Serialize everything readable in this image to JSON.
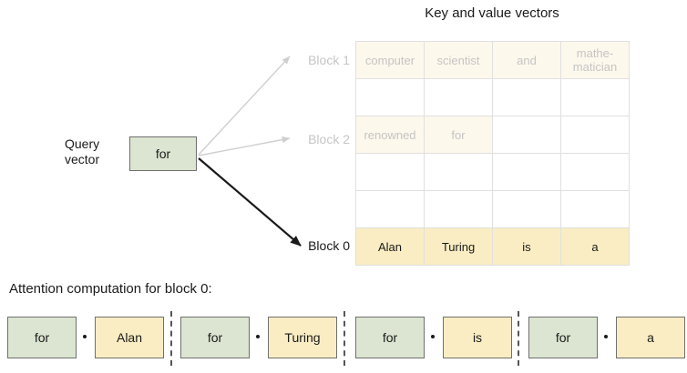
{
  "titles": {
    "key_value": "Key and value vectors",
    "attention": "Attention computation for block 0:"
  },
  "query": {
    "label_line1": "Query",
    "label_line2": "vector",
    "token": "for"
  },
  "block_labels": {
    "block1": "Block 1",
    "block2": "Block 2",
    "block0": "Block 0"
  },
  "table": {
    "columns": 4,
    "rows": [
      {
        "state": "faded",
        "cells": [
          "computer",
          "scientist",
          "and",
          "mathe-matician"
        ]
      },
      {
        "state": "empty",
        "cells": [
          "",
          "",
          "",
          ""
        ]
      },
      {
        "state": "faded",
        "cells": [
          "renowned",
          "for",
          "",
          ""
        ]
      },
      {
        "state": "empty",
        "cells": [
          "",
          "",
          "",
          ""
        ]
      },
      {
        "state": "empty",
        "cells": [
          "",
          "",
          "",
          ""
        ]
      },
      {
        "state": "current",
        "cells": [
          "Alan",
          "Turing",
          "is",
          "a"
        ]
      }
    ]
  },
  "attention_pairs": [
    {
      "query": "for",
      "key": "Alan",
      "operator": "·"
    },
    {
      "query": "for",
      "key": "Turing",
      "operator": "·"
    },
    {
      "query": "for",
      "key": "is",
      "operator": "·"
    },
    {
      "query": "for",
      "key": "a",
      "operator": "·"
    }
  ],
  "colors": {
    "query_fill": "#dce5d1",
    "key_fill": "#faedc3",
    "faded_fill": "#fdf8ec",
    "faded_text": "#c4c4c4",
    "border": "#6f6f6f",
    "arrow_active": "#1a1a1a",
    "arrow_inactive": "#cfcfcf"
  },
  "arrows": [
    {
      "target": "Block 1",
      "state": "inactive"
    },
    {
      "target": "Block 2",
      "state": "inactive"
    },
    {
      "target": "Block 0",
      "state": "active"
    }
  ]
}
